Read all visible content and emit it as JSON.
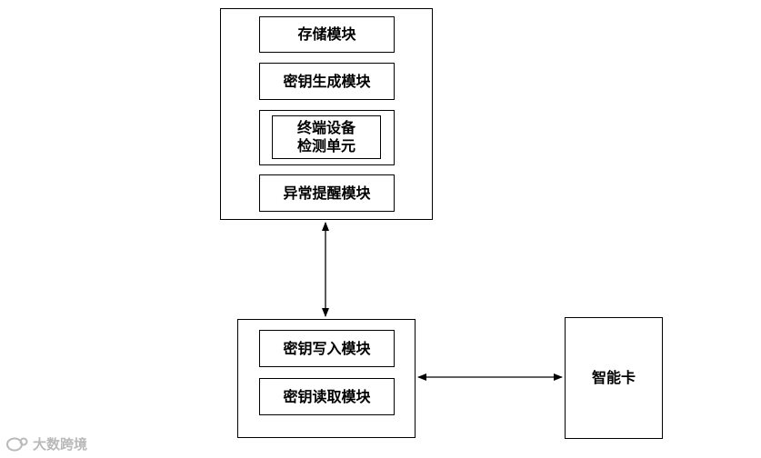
{
  "top_group": {
    "storage_module": "存储模块",
    "keygen_module": "密钥生成模块",
    "terminal_detect_line1": "终端设备",
    "terminal_detect_line2": "检测单元",
    "alert_module": "异常提醒模块"
  },
  "bottom_group": {
    "key_write_module": "密钥写入模块",
    "key_read_module": "密钥读取模块"
  },
  "smart_card": {
    "label": "智能卡"
  },
  "watermark": {
    "text": "大数跨境",
    "icon": "speech-bubble-logo-icon"
  },
  "colors": {
    "stroke": "#000000",
    "background": "#ffffff",
    "watermark": "#b9b9b9"
  }
}
